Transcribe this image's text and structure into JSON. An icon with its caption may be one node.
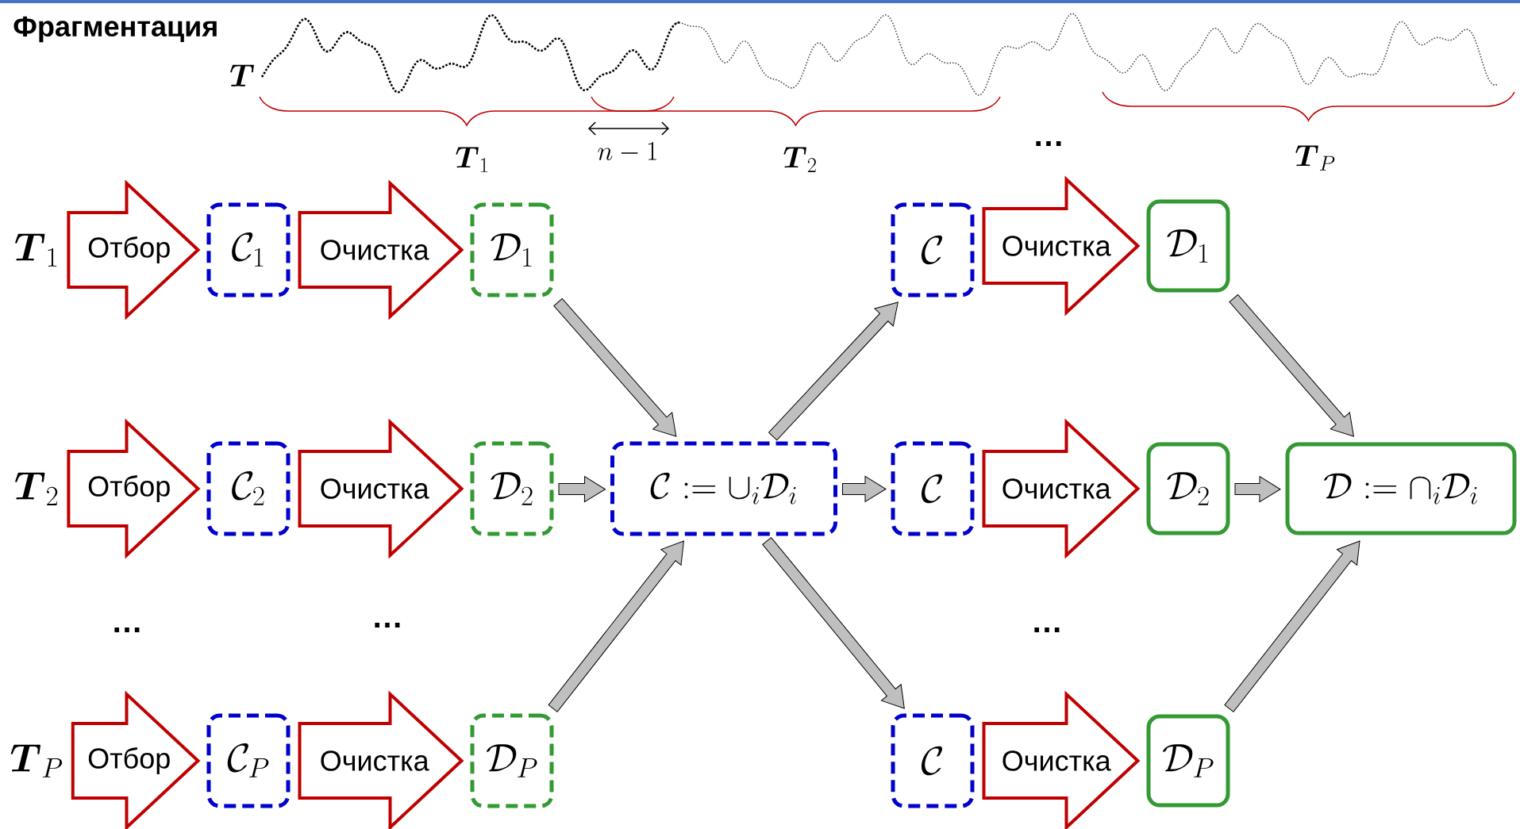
{
  "diagram": {
    "title": "Фрагментация",
    "nodes": [
      {
        "text": [
          "\\boldsymbol{T}_1"
        ]
      },
      {
        "text": [
          "\\mathcal{C}_1"
        ]
      },
      {
        "text": [
          "\\mathcal{D}_1"
        ]
      },
      {
        "text": [
          "\\mathcal{C}"
        ]
      },
      {
        "text": [
          "\\mathcal{D}_1"
        ]
      },
      {
        "text": [
          "\\boldsymbol{T}_2"
        ]
      },
      {
        "text": [
          "\\mathcal{C}_2"
        ]
      },
      {
        "text": [
          "\\mathcal{D}_2"
        ]
      },
      {
        "text": [
          "\\mathcal{C} := \\cup_i \\mathcal{D}_i"
        ]
      },
      {
        "text": [
          "\\mathcal{C}"
        ]
      },
      {
        "text": [
          "\\mathcal{D}_2"
        ]
      },
      {
        "text": [
          "\\mathcal{D} := \\cap_i \\mathcal{D}_i"
        ]
      },
      {
        "text": [
          "\\boldsymbol{T}_P"
        ]
      },
      {
        "text": [
          "\\mathcal{C}_P"
        ]
      },
      {
        "text": [
          "\\mathcal{D}_P"
        ]
      },
      {
        "text": [
          "\\mathcal{C}"
        ]
      },
      {
        "text": [
          "\\mathcal{D}_P"
        ]
      }
    ],
    "edges": [
      {
        "from": 0,
        "to": 1,
        "arrow": "to",
        "label": "Отбор",
        "style": "thick",
        "color": "#c00000"
      },
      {
        "from": 1,
        "to": 2,
        "arrow": "to",
        "label": "Очистка",
        "style": "thick",
        "color": "#c00000"
      },
      {
        "from": 3,
        "to": 4,
        "arrow": "to",
        "label": "Очистка",
        "style": "thick",
        "color": "#c00000"
      },
      {
        "from": 2,
        "to": 8,
        "arrow": "to"
      },
      {
        "from": 8,
        "to": 3,
        "arrow": "to"
      },
      {
        "from": 4,
        "to": 11,
        "arrow": "to"
      },
      {
        "from": 5,
        "to": 6,
        "arrow": "to",
        "label": "Отбор",
        "style": "thick",
        "color": "#c00000"
      },
      {
        "from": 6,
        "to": 7,
        "arrow": "to",
        "label": "Очистка",
        "style": "thick",
        "color": "#c00000"
      },
      {
        "from": 7,
        "to": 8,
        "arrow": "to"
      },
      {
        "from": 8,
        "to": 9,
        "arrow": "to"
      },
      {
        "from": 9,
        "to": 10,
        "arrow": "to",
        "label": "Очистка",
        "style": "thick",
        "color": "#c00000"
      },
      {
        "from": 10,
        "to": 11,
        "arrow": "to"
      },
      {
        "from": 12,
        "to": 13,
        "arrow": "to",
        "label": "Отбор",
        "style": "thick",
        "color": "#c00000"
      },
      {
        "from": 13,
        "to": 14,
        "arrow": "to",
        "label": "Очистка",
        "style": "thick",
        "color": "#c00000"
      },
      {
        "from": 14,
        "to": 8,
        "arrow": "to"
      },
      {
        "from": 8,
        "to": 15,
        "arrow": "to"
      },
      {
        "from": 15,
        "to": 16,
        "arrow": "to",
        "label": "Очистка",
        "style": "thick",
        "color": "#c00000"
      },
      {
        "from": 16,
        "to": 11,
        "arrow": "to"
      }
    ],
    "labels": [
      "\\boldsymbol{T}",
      "\\boldsymbol{T}_1",
      "n-1",
      "\\boldsymbol{T}_2",
      "…",
      "\\boldsymbol{T}_P",
      "…",
      "…",
      "…"
    ]
  }
}
